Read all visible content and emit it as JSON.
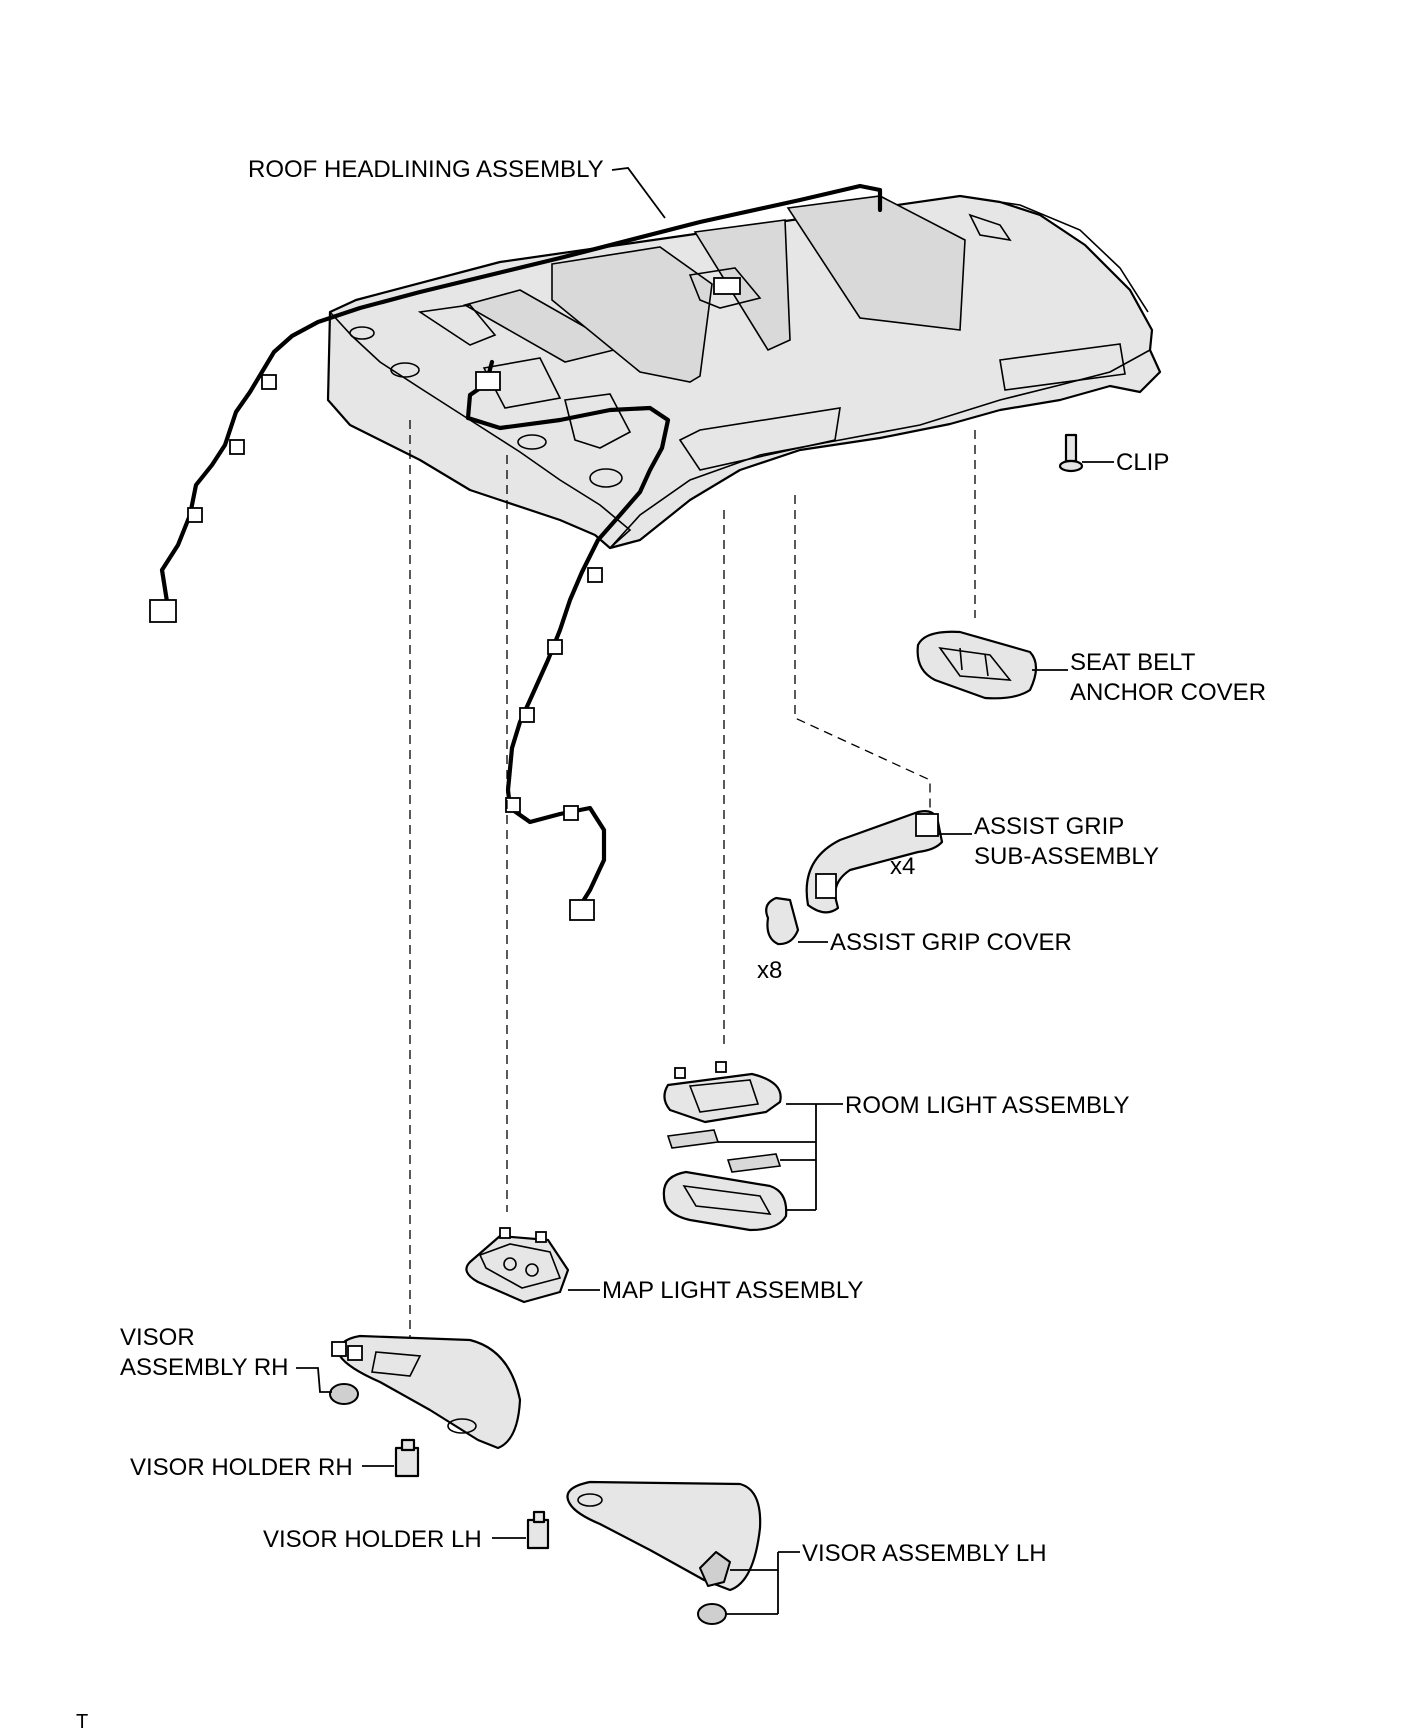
{
  "labels": {
    "roof_headlining": "ROOF HEADLINING ASSEMBLY",
    "clip": "CLIP",
    "seat_belt_1": "SEAT BELT",
    "seat_belt_2": "ANCHOR COVER",
    "assist_grip_1": "ASSIST GRIP",
    "assist_grip_2": "SUB-ASSEMBLY",
    "assist_grip_qty": "x4",
    "assist_grip_cover": "ASSIST GRIP COVER",
    "assist_grip_cover_qty": "x8",
    "room_light": "ROOM LIGHT ASSEMBLY",
    "map_light": "MAP LIGHT ASSEMBLY",
    "visor_rh_1": "VISOR",
    "visor_rh_2": "ASSEMBLY RH",
    "visor_holder_rh": "VISOR HOLDER RH",
    "visor_holder_lh": "VISOR HOLDER LH",
    "visor_lh": "VISOR ASSEMBLY LH",
    "corner_mark": "T"
  }
}
